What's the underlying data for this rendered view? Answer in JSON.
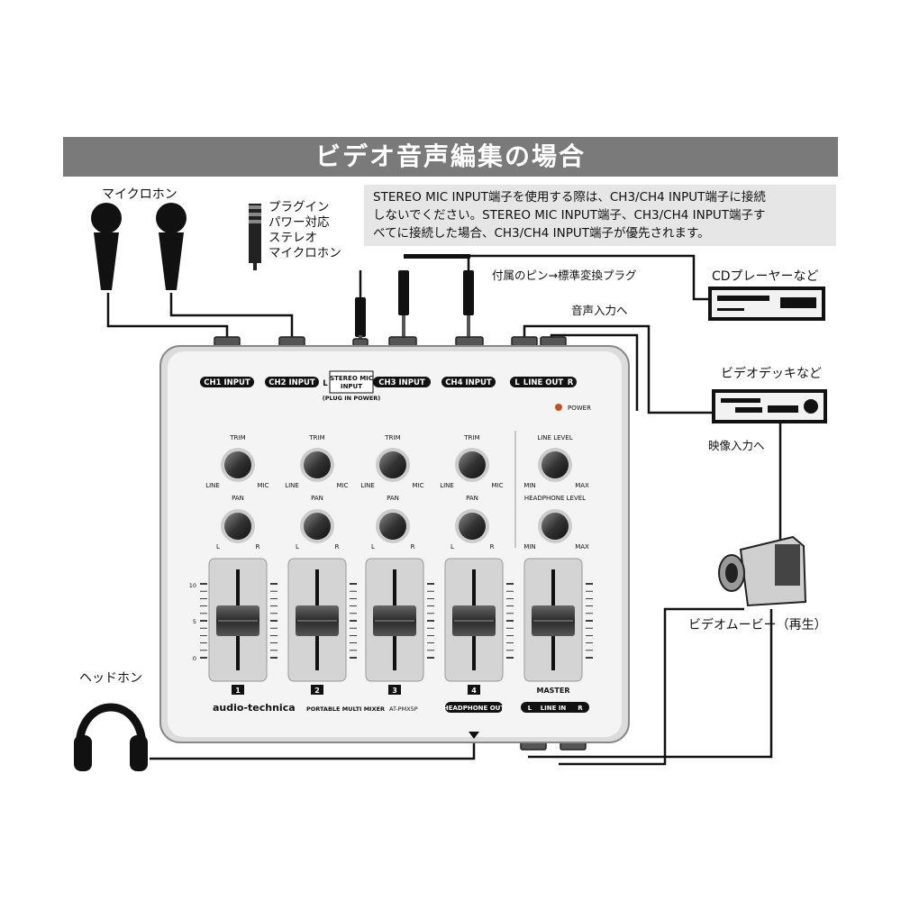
{
  "banner": {
    "title": "ビデオ音声編集の場合"
  },
  "note": {
    "line1": "STEREO MIC INPUT端子を使用する際は、CH3/CH4 INPUT端子に接続",
    "line2": "しないでください。STEREO MIC INPUT端子、CH3/CH4 INPUT端子す",
    "line3": "べてに接続した場合、CH3/CH4 INPUT端子が優先されます。"
  },
  "labels": {
    "microphone": "マイクロホン",
    "plugin_mic_1": "プラグイン",
    "plugin_mic_2": "パワー対応",
    "plugin_mic_3": "ステレオ",
    "plugin_mic_4": "マイクロホン",
    "adapter": "付属のピン→標準変換プラグ",
    "cd_player": "CDプレーヤーなど",
    "audio_in": "音声入力へ",
    "video_deck": "ビデオデッキなど",
    "video_in": "映像入力へ",
    "camcorder": "ビデオムービー（再生）",
    "headphone": "ヘッドホン"
  },
  "mixer": {
    "inputs": [
      "CH1 INPUT",
      "CH2 INPUT",
      "CH3 INPUT",
      "CH4 INPUT"
    ],
    "stereo_mic_1": "STEREO MIC",
    "stereo_mic_2": "INPUT",
    "plug_in_power": "(PLUG IN POWER)",
    "line_out": "LINE OUT",
    "line_in": "LINE IN",
    "l": "L",
    "r": "R",
    "power": "POWER",
    "trim": "TRIM",
    "line": "LINE",
    "mic": "MIC",
    "pan": "PAN",
    "line_level": "LINE LEVEL",
    "headphone_level": "HEADPHONE LEVEL",
    "min": "MIN",
    "max": "MAX",
    "scale": [
      "10",
      "5",
      "0"
    ],
    "channel_numbers": [
      "1",
      "2",
      "3",
      "4"
    ],
    "master": "MASTER",
    "brand": "audio-technica",
    "product": "PORTABLE MULTI MIXER",
    "model": "AT-PMX5P",
    "headphone_out": "HEADPHONE OUT"
  }
}
